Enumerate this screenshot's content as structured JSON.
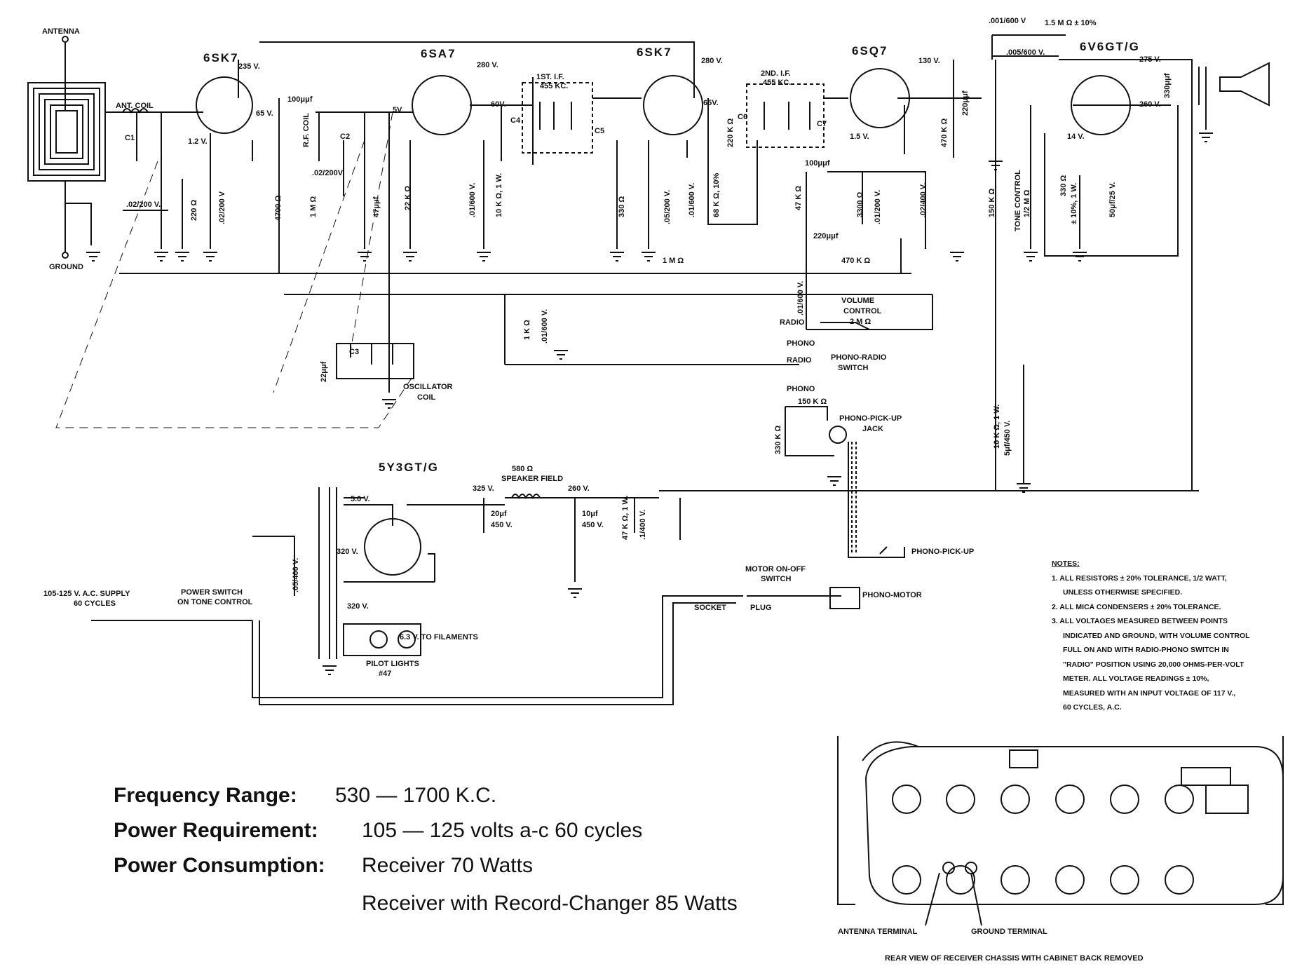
{
  "tubes": [
    "6SK7",
    "6SA7",
    "6SK7",
    "6SQ7",
    "6V6GT/G",
    "5Y3GT/G"
  ],
  "labels": {
    "antenna": "ANTENNA",
    "ground": "GROUND",
    "ant_coil": "ANT. COIL",
    "c1": "C1",
    "c2": "C2",
    "c3": "C3",
    "c4": "C4",
    "c5": "C5",
    "c6": "C6",
    "c7": "C7",
    "rf_coil": "R.F. COIL",
    "osc_coil_1": "OSCILLATOR",
    "osc_coil_2": "COIL",
    "if1_1": "1ST. I.F.",
    "if1_2": "455 KC.",
    "if2_1": "2ND. I.F.",
    "if2_2": "455 KC.",
    "v235": "235 V.",
    "v65a": "65 V.",
    "v12": "1.2 V.",
    "v280a": "280 V.",
    "v60": "60V.",
    "v5": "5V",
    "v280b": "280 V.",
    "v65b": "65V.",
    "v130": "130 V.",
    "v15": "1.5 V.",
    "v275": "275 V.",
    "v260": "260 V.",
    "v14": "14 V.",
    "v325": "325 V.",
    "v260b": "260 V.",
    "v50": "5.0 V.",
    "v320a": "320 V.",
    "v320b": "320 V.",
    "c100a": "100μμf",
    "c100b": "100μμf",
    "c47": "47μμf",
    "c220a": "220μμf",
    "c220b": "220μμf",
    "c330": "330μμf",
    "c22": "22μμf",
    "c02a": ".02/200 V.",
    "c02b": ".02/200V",
    "c02c": ".02/200 V",
    "c05a": ".05/200 V.",
    "c01a": ".01/600 V.",
    "c01b": ".01/600 V.",
    "c01c": ".01/600 V.",
    "c01d": ".01/600 V.",
    "c01e": ".01/200 V.",
    "c02d": ".02/400 V.",
    "c001": ".001/600 V",
    "c005": ".005/600 V.",
    "c05b": ".05/400 V.",
    "c1400": ".1/400 V.",
    "c50": "50μf/25 V.",
    "c5uf": "5μf/450 V.",
    "c20": "20μf",
    "c20v": "450 V.",
    "c10": "10μf",
    "c10v": "450 V.",
    "r220": "220 Ω",
    "r4700": "4700 Ω",
    "r1m": "1 M Ω",
    "r22k": "22 K Ω",
    "r10k": "10 K Ω, 1 W.",
    "r330a": "330 Ω",
    "r68k": "68 K Ω, 10%",
    "r220k": "220 K Ω",
    "r470ka": "470 K Ω",
    "r47ka": "47 K Ω",
    "r3300": "3300 Ω",
    "r1ma": "1 M Ω",
    "r470kb": "470 K Ω",
    "r15m": "1.5 M Ω ± 10%",
    "r150k": "150 K Ω",
    "tone": "TONE CONTROL",
    "tonev": "1/2 M Ω",
    "r330b": "330 Ω",
    "r330bb": "± 10%, 1 W.",
    "r1k": "1 K Ω",
    "r10kb": "10 K Ω, 1 W.",
    "vol1": "VOLUME",
    "vol2": "CONTROL",
    "vol3": "2 M Ω",
    "radio1": "RADIO",
    "phono1": "PHONO",
    "radio2": "RADIO",
    "phono2": "PHONO",
    "prs1": "PHONO-RADIO",
    "prs2": "SWITCH",
    "r150kb": "150 K Ω",
    "r330k": "330 K Ω",
    "ppj1": "PHONO-PICK-UP",
    "ppj2": "JACK",
    "pp": "PHONO-PICK-UP",
    "field_r": "580 Ω",
    "field": "SPEAKER FIELD",
    "r47kb": "47 K Ω, 1 W.",
    "supply1": "105-125 V. A.C. SUPPLY",
    "supply2": "60 CYCLES",
    "psw1": "POWER SWITCH",
    "psw2": "ON TONE CONTROL",
    "fil": "6.3 V. TO FILAMENTS",
    "pilot1": "PILOT LIGHTS",
    "pilot2": "#47",
    "motor1": "MOTOR ON-OFF",
    "motor2": "SWITCH",
    "socket": "SOCKET",
    "plug": "PLUG",
    "pmotor": "PHONO-MOTOR"
  },
  "notes": {
    "heading": "NOTES:",
    "lines": [
      "1. ALL RESISTORS ± 20% TOLERANCE, 1/2 WATT,",
      "UNLESS OTHERWISE SPECIFIED.",
      "2. ALL MICA CONDENSERS ± 20% TOLERANCE.",
      "3. ALL VOLTAGES MEASURED BETWEEN POINTS",
      "INDICATED AND GROUND, WITH VOLUME CONTROL",
      "FULL ON AND WITH RADIO-PHONO SWITCH IN",
      "\"RADIO\" POSITION USING 20,000 OHMS-PER-VOLT",
      "METER. ALL VOLTAGE READINGS ± 10%,",
      "MEASURED WITH AN INPUT VOLTAGE OF 117 V.,",
      "60 CYCLES, A.C."
    ]
  },
  "specs": [
    {
      "label": "Frequency Range:",
      "value": "530 — 1700 K.C."
    },
    {
      "label": "Power Requirement:",
      "value": "105 — 125 volts a-c 60 cycles"
    },
    {
      "label": "Power Consumption:",
      "value": "Receiver 70 Watts"
    },
    {
      "label": "",
      "value": "Receiver with Record-Changer 85 Watts"
    }
  ],
  "chassis": {
    "antenna_terminal": "ANTENNA TERMINAL",
    "ground_terminal": "GROUND TERMINAL",
    "caption": "REAR VIEW OF RECEIVER CHASSIS WITH CABINET BACK REMOVED"
  }
}
